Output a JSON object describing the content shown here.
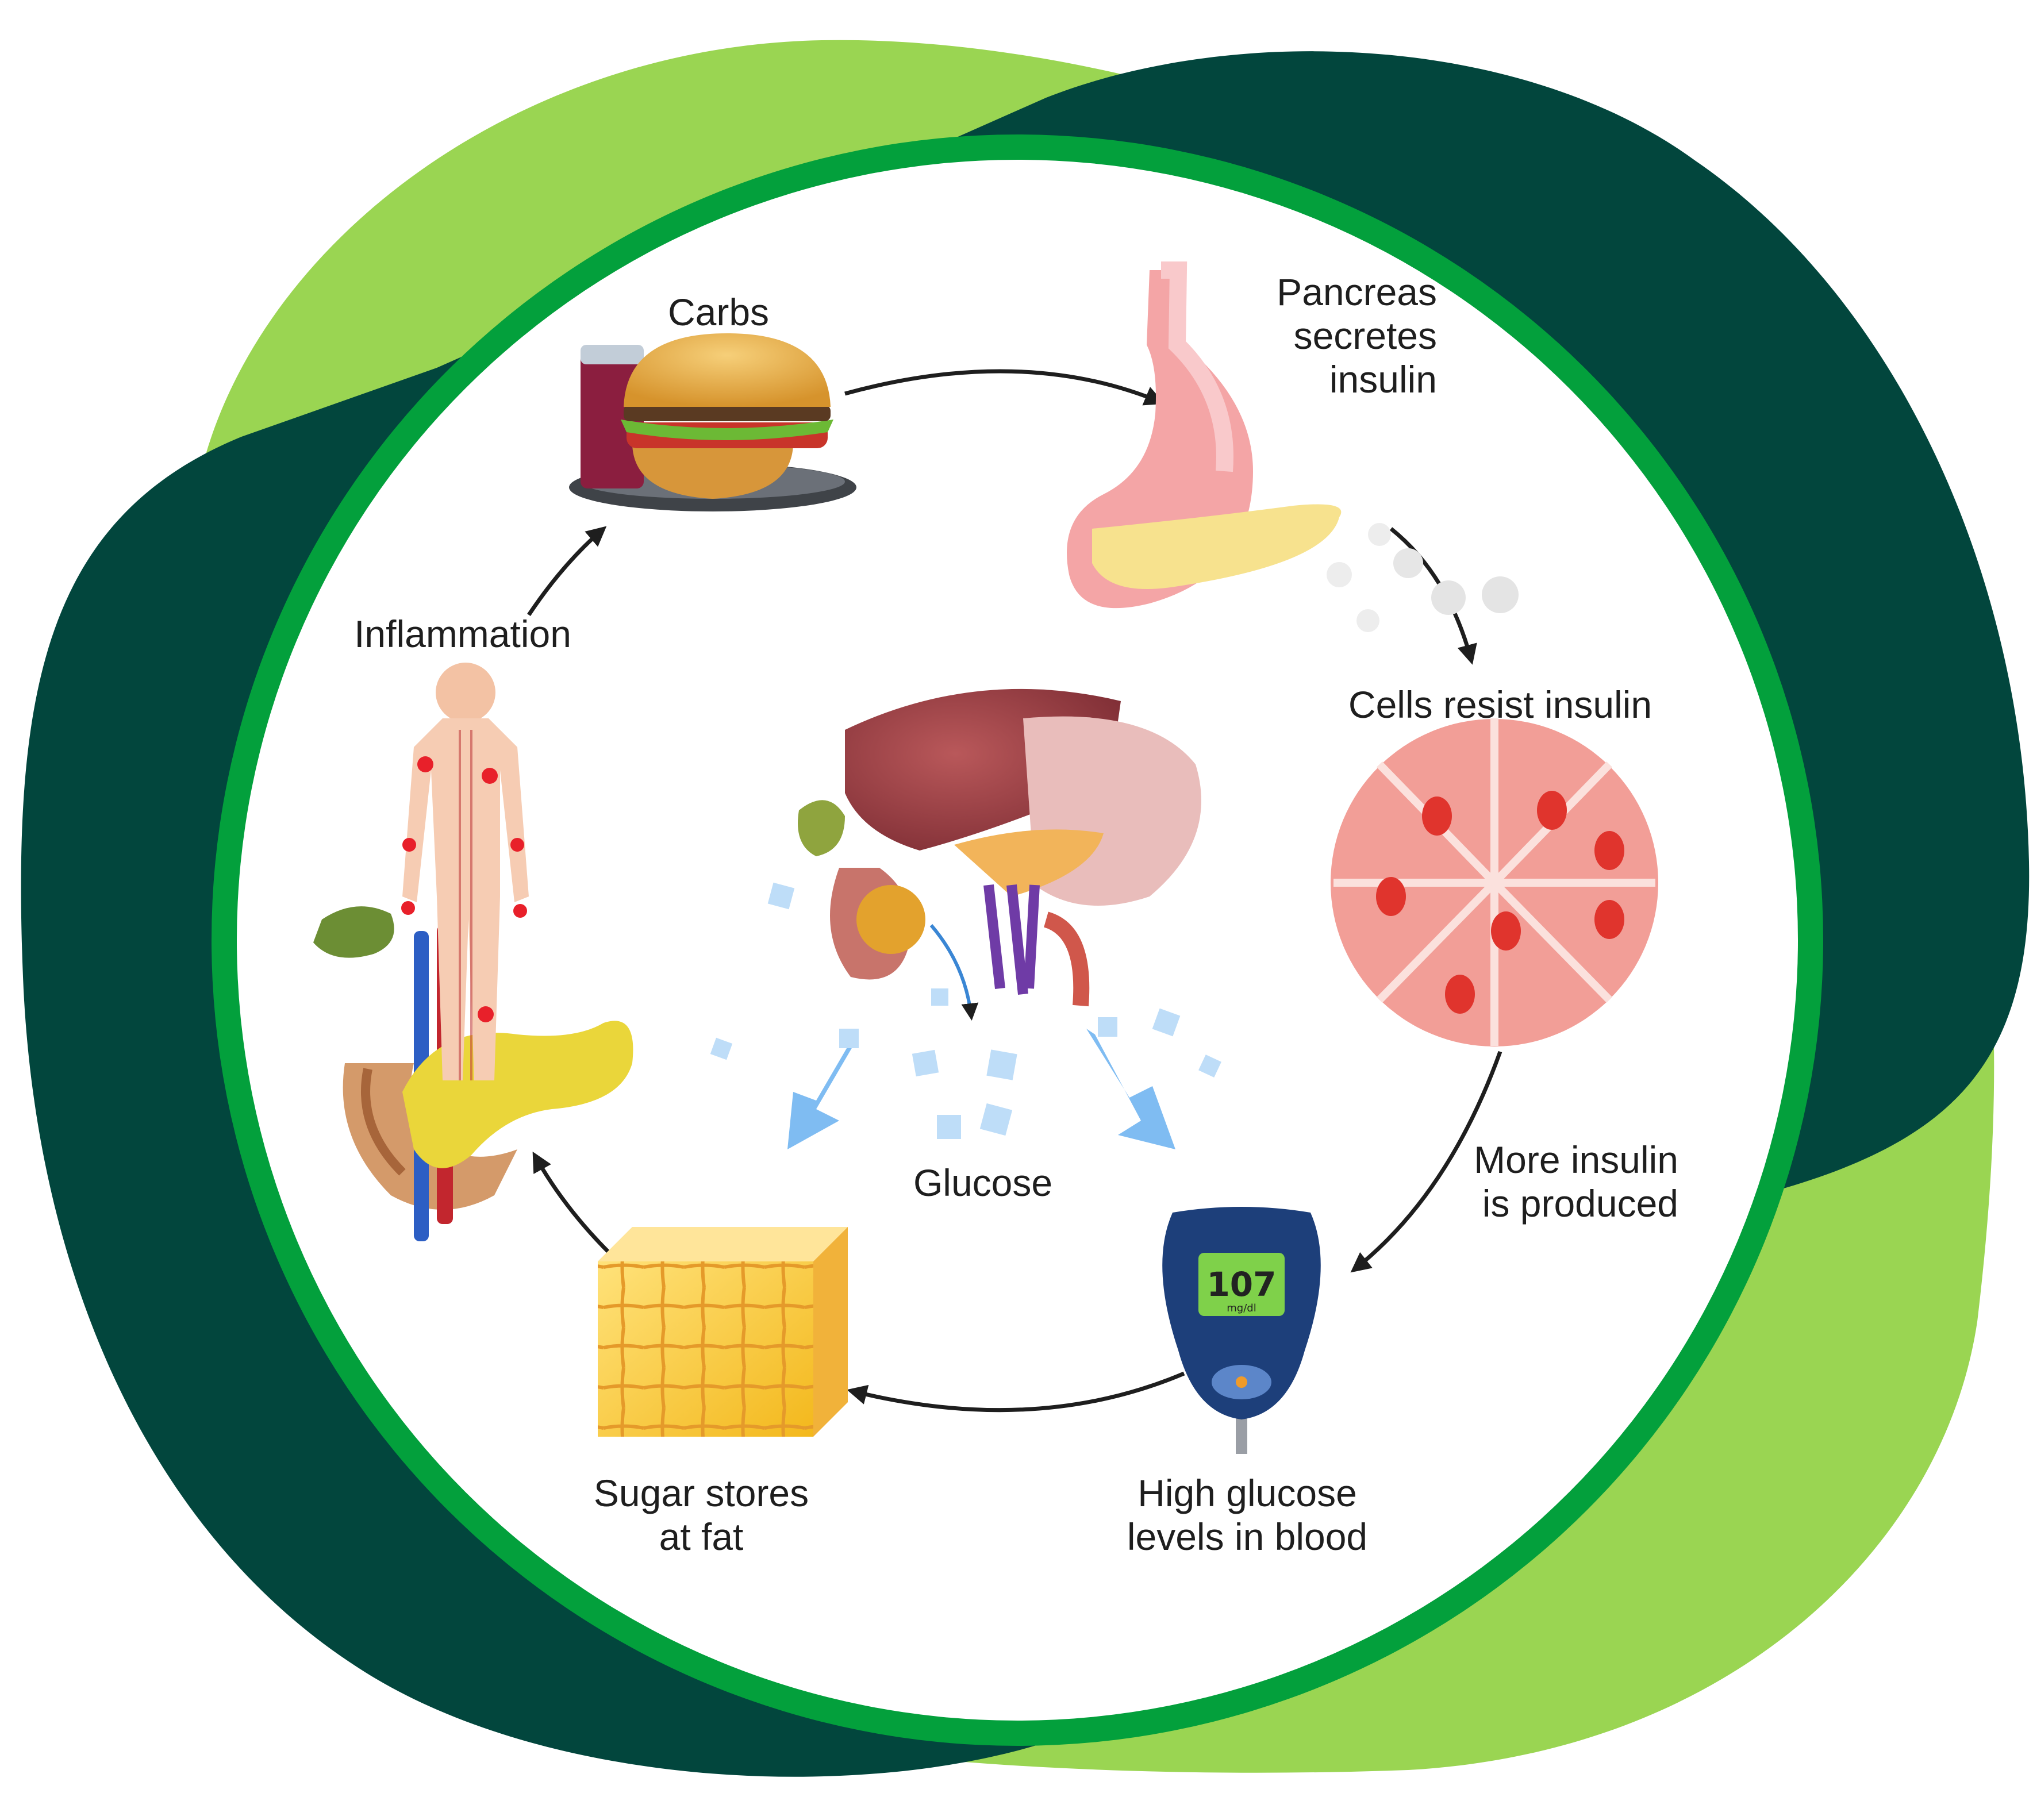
{
  "colors": {
    "dark_green": "#02463D",
    "light_green": "#9AD552",
    "ring_green": "#03A03C",
    "panel": "#FFFFFF",
    "arrow": "#1E1E1E",
    "glucose_arrow": "#7FBCF2"
  },
  "labels": {
    "carbs": "Carbs",
    "pancreas": "Pancreas\nsecretes\ninsulin",
    "cells_resist": "Cells resist insulin",
    "more_insulin": "More insulin\nis produced",
    "high_glucose": "High glucose\nlevels in blood",
    "sugar_stores": "Sugar stores\nat fat",
    "inflammation": "Inflammation",
    "glucose": "Glucose"
  },
  "meter": {
    "reading": "107",
    "unit": "mg/dl"
  },
  "icons": [
    "burger-icon",
    "stomach-pancreas-icon",
    "cells-icon",
    "glucose-meter-icon",
    "fat-tissue-icon",
    "pancreas-organ-icon",
    "human-body-icon",
    "liver-organs-icon"
  ]
}
